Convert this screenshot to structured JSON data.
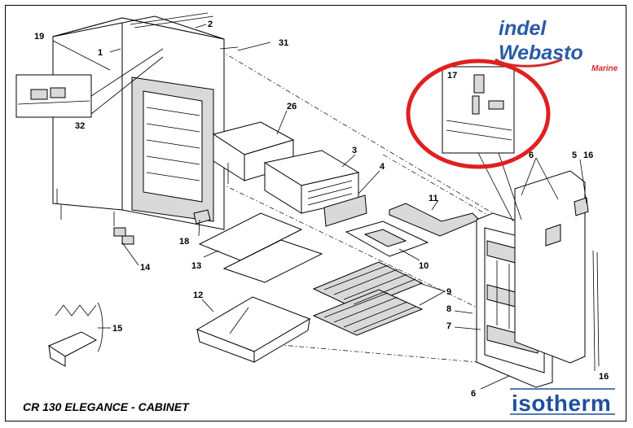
{
  "title": "CR 130 ELEGANCE - CABINET",
  "brands": {
    "indel": "indel",
    "webasto": "Webasto",
    "marine": "Marine",
    "isotherm": "isotherm"
  },
  "colors": {
    "brand_blue": "#2a5aa8",
    "brand_red": "#d42a2a",
    "highlight_circle": "#e02020",
    "line": "#000000"
  },
  "callouts": [
    "1",
    "2",
    "3",
    "4",
    "5",
    "6",
    "6",
    "7",
    "8",
    "9",
    "10",
    "11",
    "12",
    "13",
    "14",
    "15",
    "16",
    "16",
    "17",
    "18",
    "19",
    "26",
    "31",
    "32"
  ]
}
